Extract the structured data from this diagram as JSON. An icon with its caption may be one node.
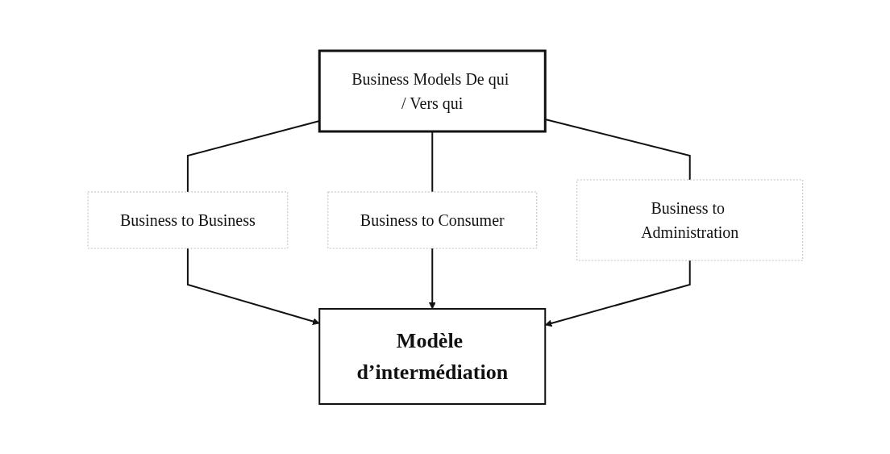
{
  "diagram": {
    "nodes": [
      {
        "text": [
          "Business Models De qui / Vers qui"
        ]
      },
      {
        "text": [
          "Business to Business"
        ]
      },
      {
        "text": [
          "Business to Consumer"
        ]
      },
      {
        "text": [
          "Business to Administration"
        ]
      },
      {
        "text": [
          "Modèle d’intermédiation"
        ]
      }
    ],
    "edges": [
      {
        "from": 0,
        "to": 1,
        "arrow": "none"
      },
      {
        "from": 0,
        "to": 2,
        "arrow": "none"
      },
      {
        "from": 0,
        "to": 3,
        "arrow": "none"
      },
      {
        "from": 1,
        "to": 4,
        "arrow": "to"
      },
      {
        "from": 2,
        "to": 4,
        "arrow": "to"
      },
      {
        "from": 3,
        "to": 4,
        "arrow": "to"
      }
    ]
  }
}
